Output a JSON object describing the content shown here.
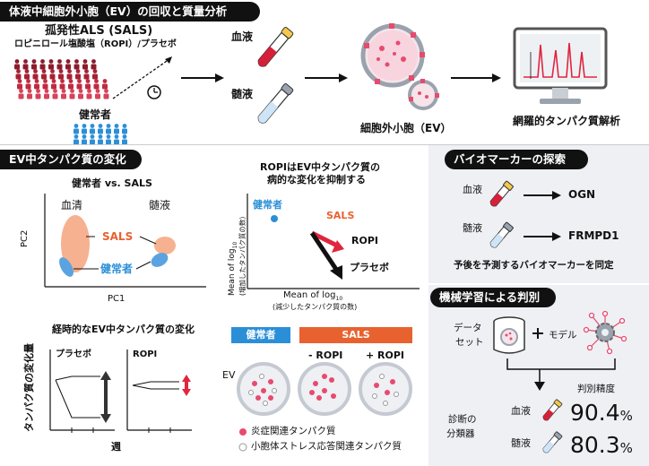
{
  "header_main": "体液中細胞外小胞（EV）の回収と質量分析",
  "cohort": {
    "sals_title": "孤発性ALS (SALS)",
    "drug_line": "ロピニロール塩酸塩（ROPI）/プラセボ",
    "healthy_label": "健常者"
  },
  "samples": {
    "blood": "血液",
    "csf": "髄液"
  },
  "ev_label": "細胞外小胞（EV）",
  "proteomics_label": "網羅的タンパク質解析",
  "ev_change": {
    "header": "EV中タンパク質の変化",
    "pca_title": "健常者 vs. SALS",
    "pca_serum": "血清",
    "pca_csf": "髄液",
    "pca_sals": "SALS",
    "pca_healthy": "健常者",
    "pca_xlabel": "PC1",
    "pca_ylabel": "PC2",
    "ropi_title_1": "ROPIはEV中タンパク質の",
    "ropi_title_2": "病的な変化を抑制する",
    "ropi_healthy": "健常者",
    "ropi_sals": "SALS",
    "ropi_ropi": "ROPI",
    "ropi_placebo": "プラセボ",
    "ropi_xlabel_main": "Mean of log",
    "ropi_xlabel_sub": "10",
    "ropi_xlabel_2": "(減少したタンパク質の数)",
    "ropi_ylabel_main": "Mean of log",
    "ropi_ylabel_sub": "10",
    "ropi_ylabel_2": "(増加したタンパク質の数)",
    "time_title": "経時的なEV中タンパク質の変化",
    "time_ylabel": "タンパク質の変化量",
    "time_placebo": "プラセボ",
    "time_ropi": "ROPI",
    "time_xlabel": "週",
    "ev_healthy_tag": "健常者",
    "ev_sals_tag": "SALS",
    "ev_minus_ropi": "- ROPI",
    "ev_plus_ropi": "+ ROPI",
    "ev_label": "EV",
    "legend_inflam": "炎症関連タンパク質",
    "legend_er": "小胞体ストレス応答関連タンパク質"
  },
  "biomarker": {
    "header": "バイオマーカーの探索",
    "blood": "血液",
    "csf": "髄液",
    "blood_marker": "OGN",
    "csf_marker": "FRMPD1",
    "note": "予後を予測するバイオマーカーを同定"
  },
  "ml": {
    "header": "機械学習による判別",
    "dataset_1": "データ",
    "dataset_2": "セット",
    "model": "モデル",
    "accuracy_label": "判別精度",
    "classifier_1": "診断の",
    "classifier_2": "分類器",
    "blood": "血液",
    "csf": "髄液",
    "blood_acc": "90.4",
    "csf_acc": "80.3",
    "pct": "%"
  },
  "colors": {
    "sals": "#e8622f",
    "healthy": "#2b8fd8",
    "ropi_arrow": "#e0253f",
    "panel_bg": "#eef0f4",
    "ev_pink": "#e84a6e"
  }
}
